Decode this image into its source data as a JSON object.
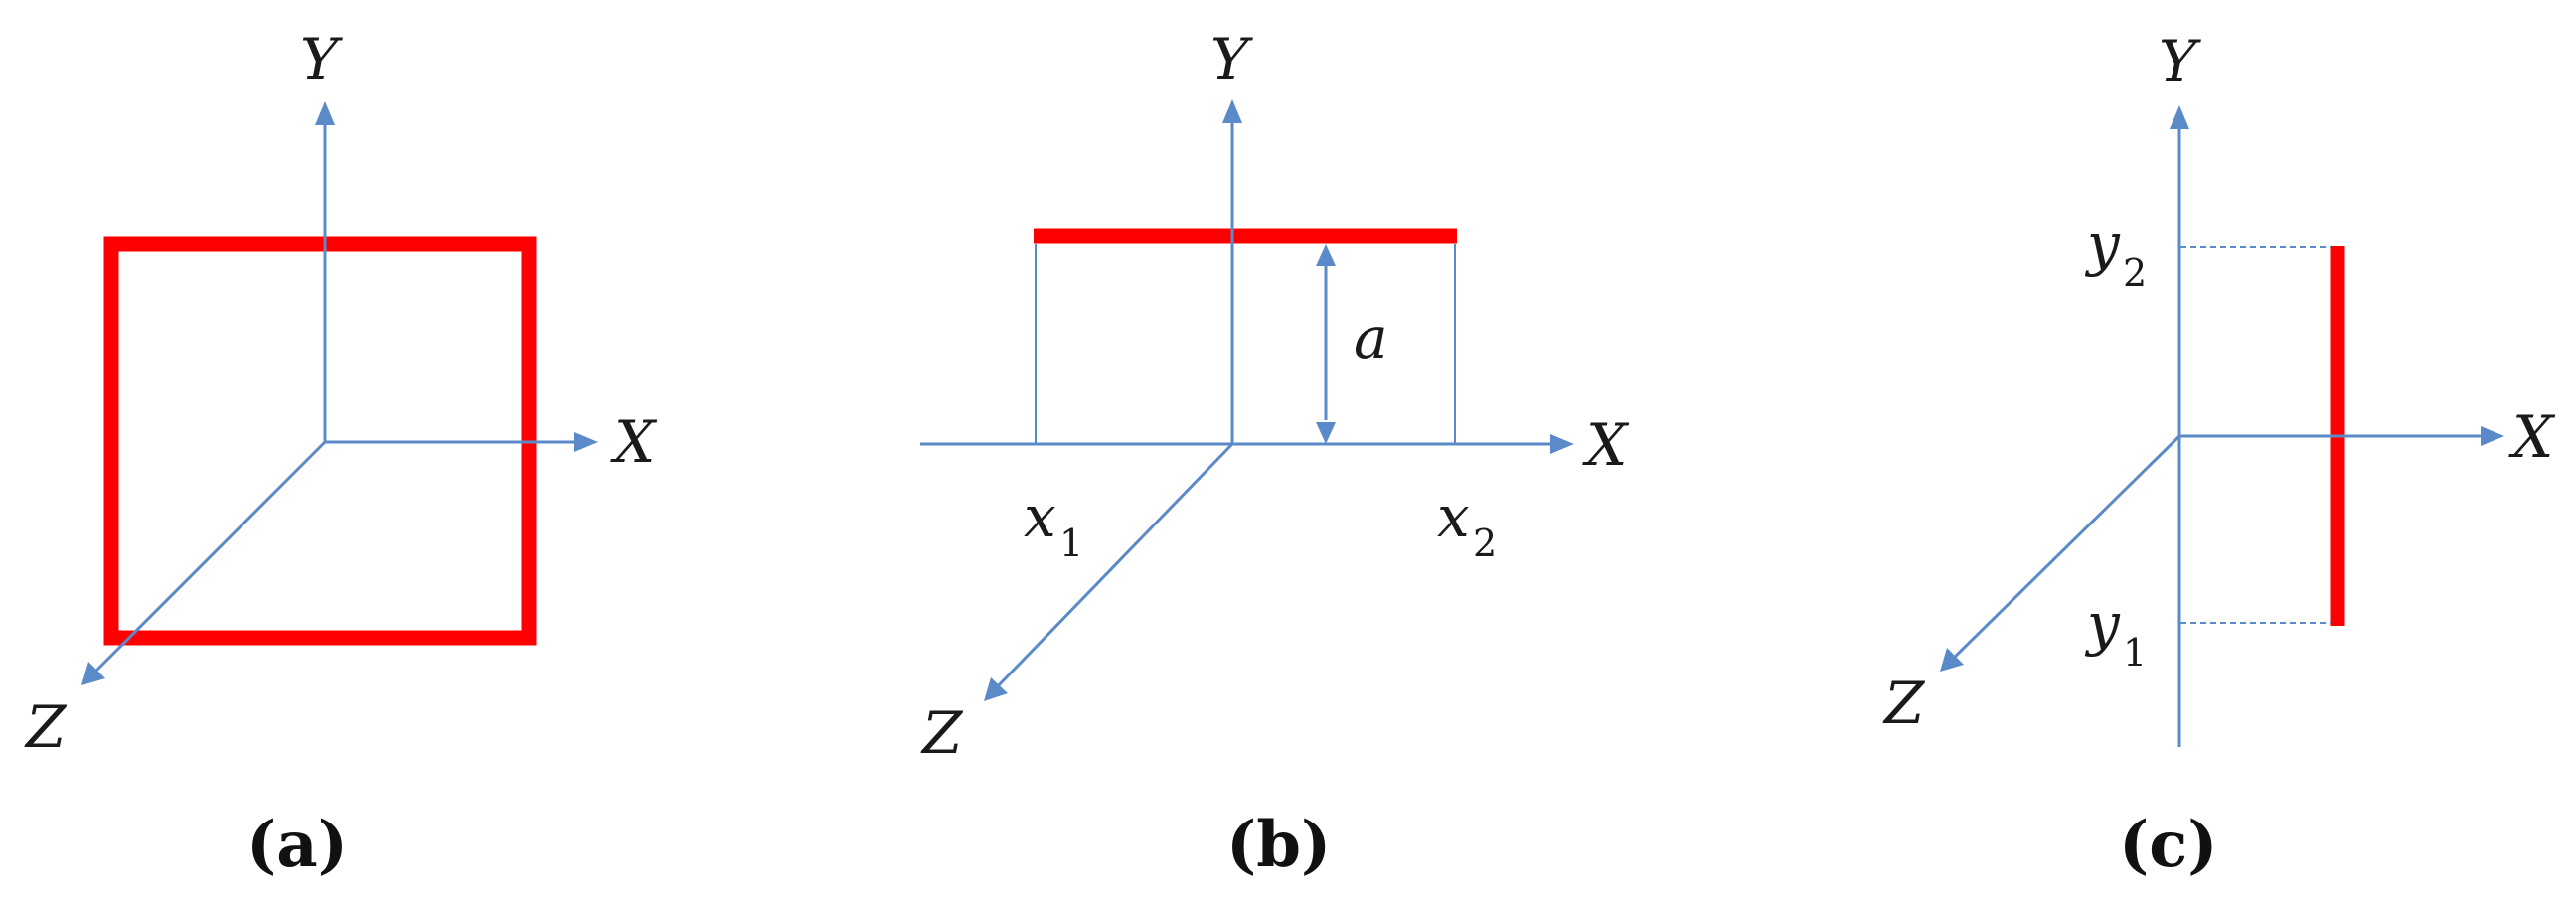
{
  "axes": {
    "x": "X",
    "y": "Y",
    "z": "Z"
  },
  "panels": [
    {
      "caption": "(a)"
    },
    {
      "caption": "(b)",
      "x1_base": "x",
      "x1_sub": "1",
      "x2_base": "x",
      "x2_sub": "2",
      "a_label": "a"
    },
    {
      "caption": "(c)",
      "y1_base": "y",
      "y1_sub": "1",
      "y2_base": "y",
      "y2_sub": "2"
    }
  ],
  "colors": {
    "axis": "#5a8ac8",
    "wire": "#ff0000",
    "text": "#1a1a1a"
  }
}
